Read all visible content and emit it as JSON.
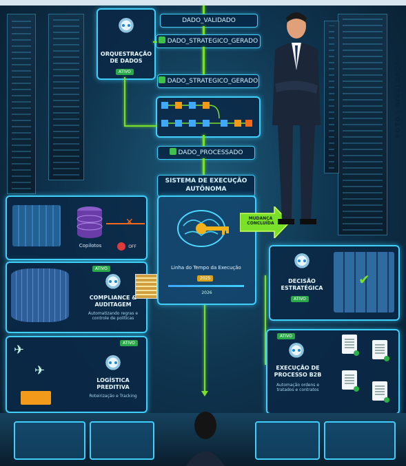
{
  "credit": "FOTO \\ DIVULGAÇÃO",
  "top_flow": {
    "dado_validado": "DADO_VALIDADO",
    "dado_strategico_gerado_1": "DADO_STRATEGICO_GERADO",
    "dado_strategico_gerado_2": "DADO_STRATEGICO_GERADO",
    "dado_processado": "DADO_PROCESSADO"
  },
  "orquestracao": {
    "title": "ORQUESTRAÇÃO DE DADOS",
    "badge": "ATIVO"
  },
  "central": {
    "title": "SISTEMA DE EXECUÇÃO AUTÔNOMA",
    "timeline_label": "Linha do Tempo da Execução",
    "year_1": "2025",
    "year_2": "2026"
  },
  "mudanca": "MUDANÇA CONCLUÍDA",
  "copilotos": {
    "label": "Copilotos",
    "off": "OFF"
  },
  "compliance": {
    "badge": "ATIVO",
    "title": "COMPLIANCE & AUDITAGEM",
    "sub": "Automatizando regras e controle de políticas"
  },
  "logistica": {
    "badge": "ATIVO",
    "title": "LOGÍSTICA PREDITIVA",
    "sub": "Roteirização e Tracking"
  },
  "decisao": {
    "title": "DECISÃO ESTRATÉGICA",
    "badge": "ATIVO"
  },
  "execucao": {
    "badge": "ATIVO",
    "title": "EXECUÇÃO DE PROCESSO B2B",
    "sub": "Automação ordens e tratados e contratos"
  },
  "colors": {
    "neon_green": "#7be02a",
    "cyan": "#3fd0ff",
    "active_green": "#2aa84a"
  }
}
